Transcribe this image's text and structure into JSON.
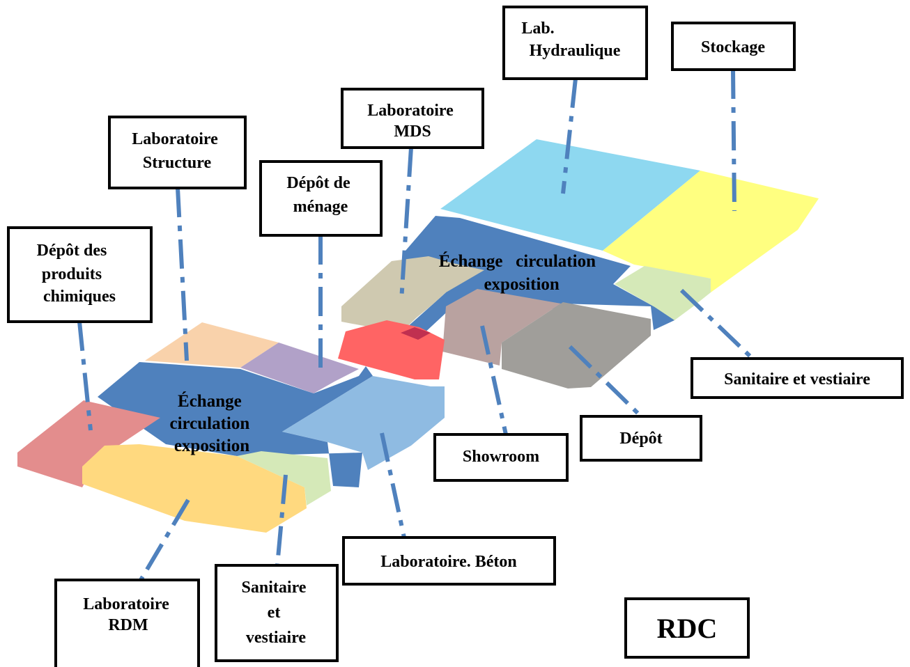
{
  "title": "RDC",
  "zones": {
    "echange_left": [
      "Échange",
      "circulation",
      "exposition"
    ],
    "echange_right": [
      "Échange   circulation",
      "exposition"
    ]
  },
  "labels": {
    "lab_hydraulique": [
      "Lab.",
      "Hydraulique"
    ],
    "stockage": [
      "Stockage"
    ],
    "lab_mds": [
      "Laboratoire",
      "MDS"
    ],
    "lab_structure": [
      "Laboratoire",
      "Structure"
    ],
    "depot_menage": [
      "Dépôt de",
      "ménage"
    ],
    "depot_produits": [
      "Dépôt des",
      "produits",
      "chimiques"
    ],
    "sanitaire_right": [
      "Sanitaire et vestiaire"
    ],
    "depot": [
      "Dépôt"
    ],
    "showroom": [
      "Showroom"
    ],
    "lab_beton": [
      "Laboratoire. Béton"
    ],
    "sanitaire_left": [
      "Sanitaire",
      "et",
      "vestiaire"
    ],
    "lab_rdm": [
      "Laboratoire",
      "RDM"
    ]
  },
  "colors": {
    "circulation": "#4f81bd",
    "lab_hydraulique": "#8ed8f0",
    "stockage": "#ffff80",
    "lab_mds": "#cfc9b0",
    "depot_menage_red": "#ff6464",
    "showroom": "#b9a2a0",
    "depot": "#a09e9a",
    "sanitaire": "#d5e9b8",
    "lab_structure": "#f9d2ab",
    "depot_menage": "#b1a1c8",
    "lab_beton": "#8fbbe2",
    "depot_produits": "#e38d8d",
    "lab_rdm": "#ffd97f",
    "leader": "#4f81bd"
  }
}
